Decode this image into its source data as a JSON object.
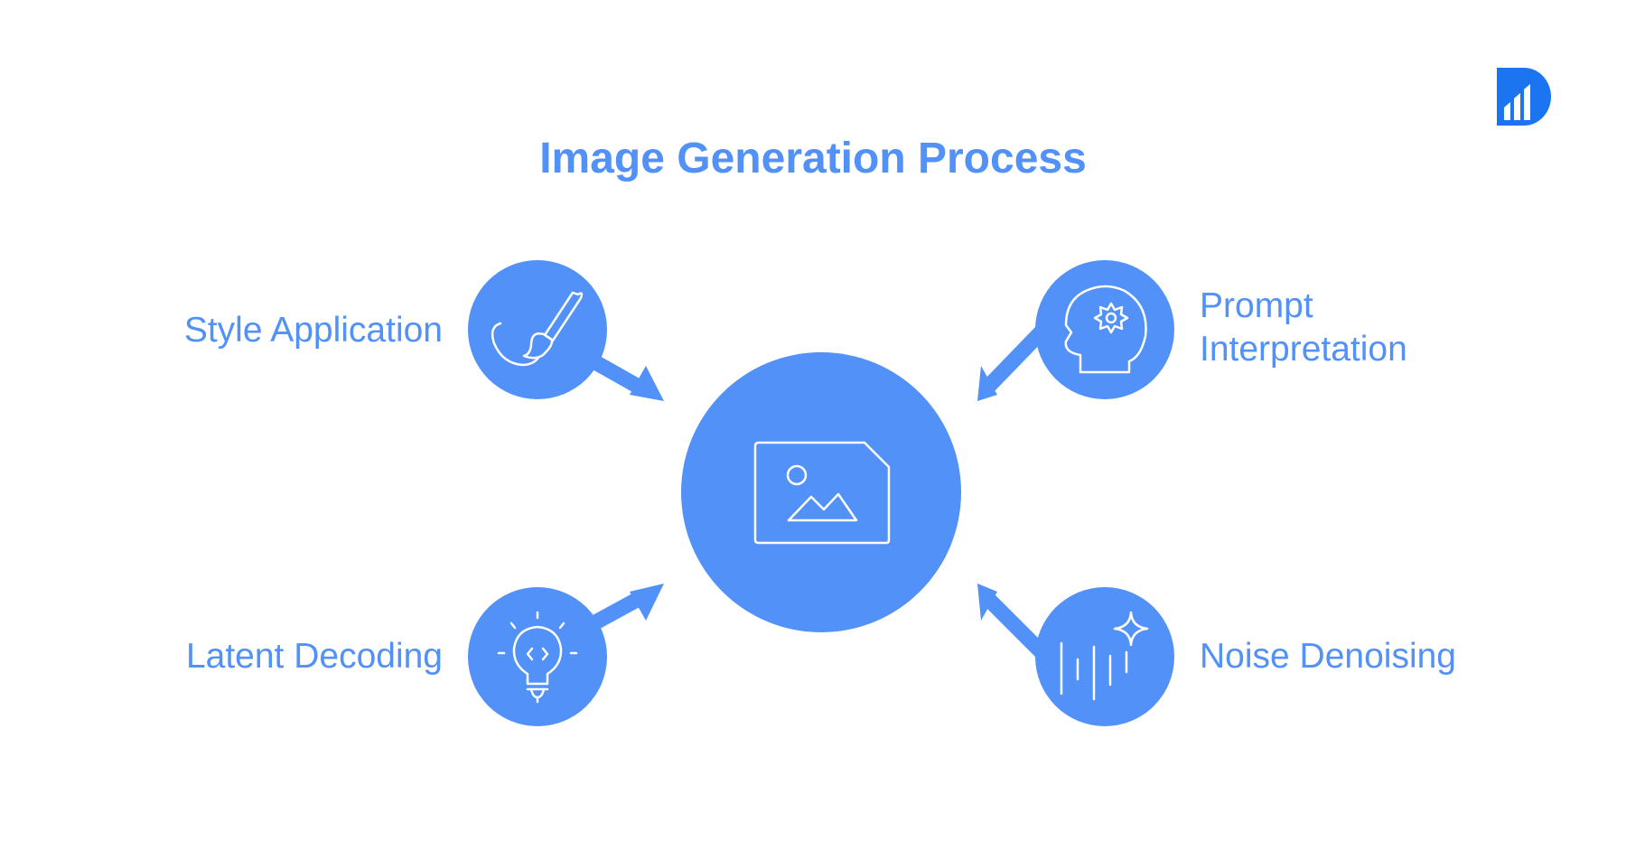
{
  "title": "Image Generation Process",
  "colors": {
    "accent": "#5191F8",
    "logo": "#1B75F0",
    "icon_stroke": "#FFFFFF",
    "background": "#FFFFFF"
  },
  "center": {
    "icon": "image-icon"
  },
  "nodes": [
    {
      "label_lines": [
        "Style Application"
      ],
      "icon": "paintbrush-icon"
    },
    {
      "label_lines": [
        "Prompt",
        "Interpretation"
      ],
      "icon": "head-gear-icon"
    },
    {
      "label_lines": [
        "Latent Decoding"
      ],
      "icon": "lightbulb-code-icon"
    },
    {
      "label_lines": [
        "Noise Denoising"
      ],
      "icon": "noise-sparkle-icon"
    }
  ],
  "logo": {
    "icon": "brand-logo-icon"
  }
}
